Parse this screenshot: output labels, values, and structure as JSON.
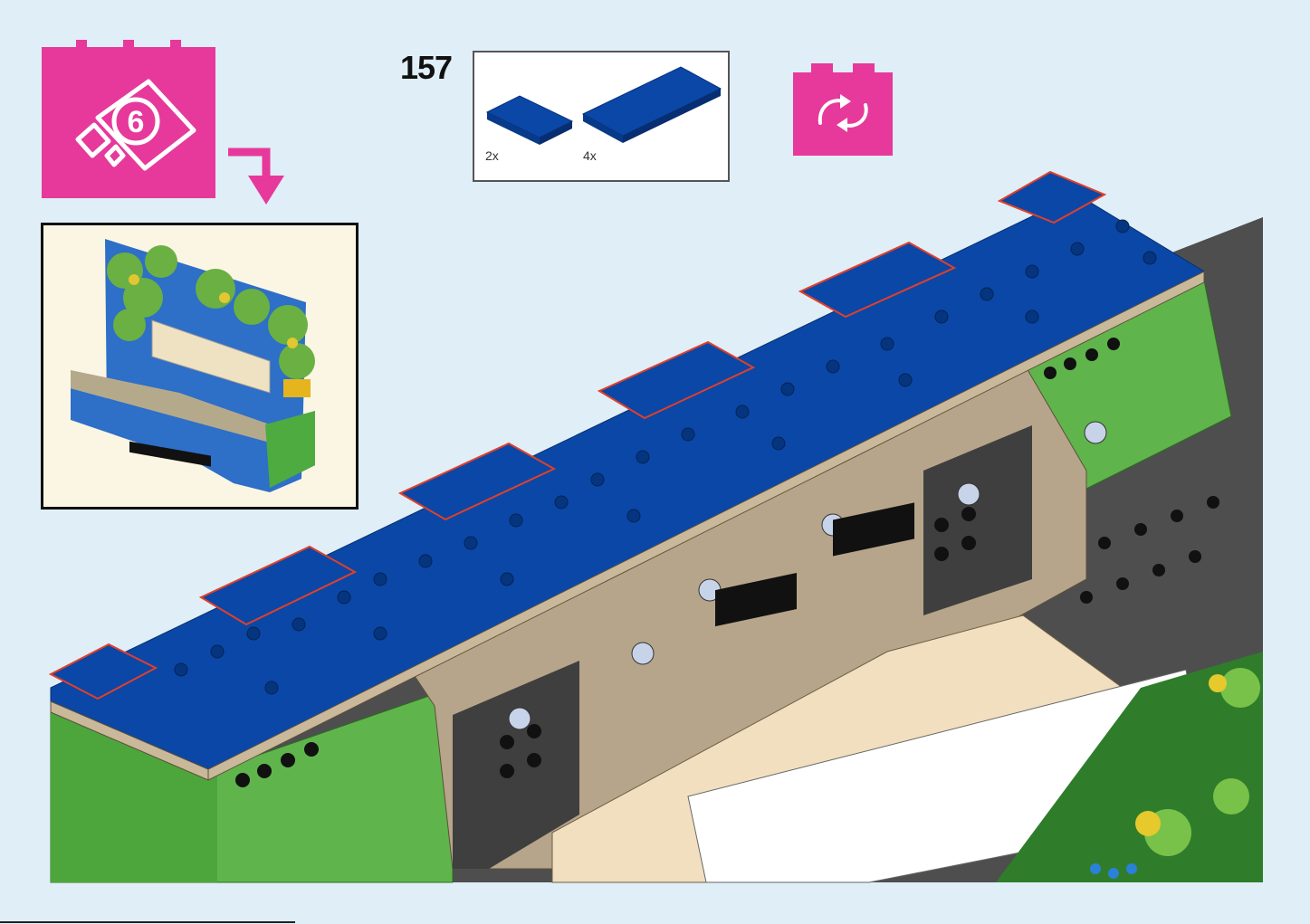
{
  "step": {
    "number": "157"
  },
  "bag": {
    "number": "6",
    "icon": "bag-6-icon",
    "color": "#e6399b"
  },
  "parts": [
    {
      "name": "blue-tile-2x2",
      "quantity": "2x",
      "color": "#0b47a6"
    },
    {
      "name": "blue-tile-2x4",
      "quantity": "4x",
      "color": "#0b47a6"
    }
  ],
  "rotate": {
    "icon": "rotate-model-icon",
    "color": "#e6399b"
  },
  "preview": {
    "description_icon": "finished-model-preview"
  },
  "colors": {
    "background": "#dfeef7",
    "accent": "#e6399b",
    "blue": "#0b47a6",
    "tan": "#c9b89a",
    "green": "#5fb54b",
    "dark_gray": "#5a5a5a"
  }
}
